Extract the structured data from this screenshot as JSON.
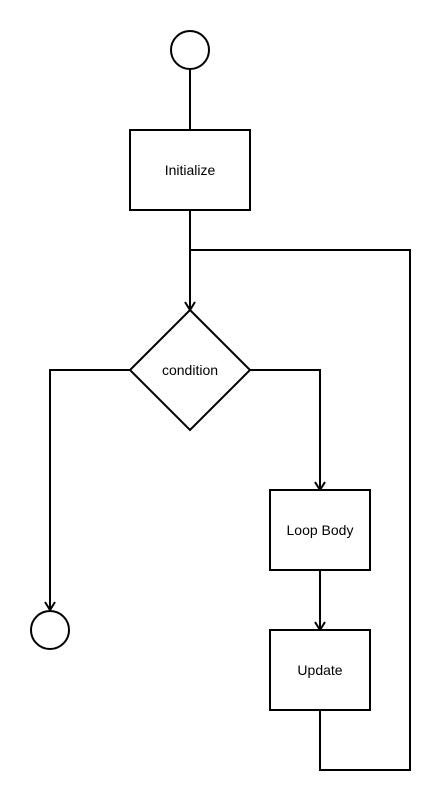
{
  "diagram": {
    "nodes": {
      "start": {
        "shape": "circle"
      },
      "initialize": {
        "shape": "rectangle",
        "label": "Initialize"
      },
      "condition": {
        "shape": "diamond",
        "label": "condition"
      },
      "loop_body": {
        "shape": "rectangle",
        "label": "Loop Body"
      },
      "update": {
        "shape": "rectangle",
        "label": "Update"
      },
      "end": {
        "shape": "circle"
      }
    },
    "edges": [
      {
        "from": "start",
        "to": "initialize"
      },
      {
        "from": "initialize",
        "to": "condition"
      },
      {
        "from": "condition",
        "to": "loop_body"
      },
      {
        "from": "condition",
        "to": "end"
      },
      {
        "from": "loop_body",
        "to": "update"
      },
      {
        "from": "update",
        "to": "condition"
      }
    ]
  }
}
